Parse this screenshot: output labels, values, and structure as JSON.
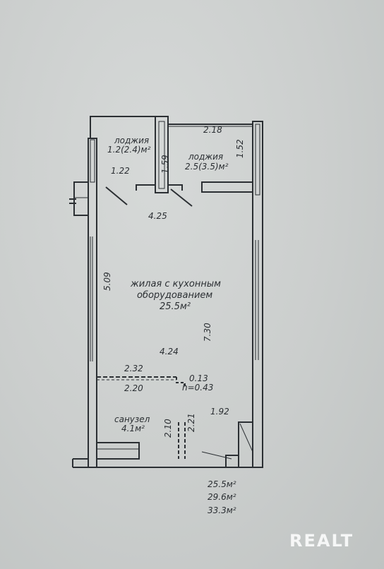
{
  "plan": {
    "loggia_left": {
      "name": "лоджия",
      "area": "1.2(2.4)м²"
    },
    "loggia_right": {
      "name": "лоджия",
      "area": "2.5(3.5)м²"
    },
    "main_room": {
      "name_line1": "жилая с кухонным",
      "name_line2": "оборудованием",
      "area": "25.5м²"
    },
    "bathroom": {
      "name": "санузел",
      "area": "4.1м²"
    },
    "dimensions": {
      "d_218": "2.18",
      "d_152": "1.52",
      "d_122": "1.22",
      "d_159": "1.59",
      "d_425": "4.25",
      "d_509": "5.09",
      "d_730": "7.30",
      "d_424": "4.24",
      "d_232": "2.32",
      "d_013": "0.13",
      "d_220": "2.20",
      "h_043": "h=0.43",
      "d_192": "1.92",
      "d_210": "2.10",
      "d_221": "2.21"
    },
    "totals": [
      "25.5м²",
      "29.6м²",
      "33.3м²"
    ]
  },
  "watermark": "REALT"
}
